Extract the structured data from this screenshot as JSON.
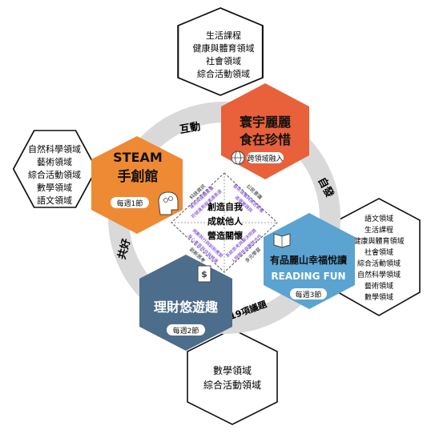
{
  "colors": {
    "red": "#e8613a",
    "orange": "#ee8a33",
    "blue": "#5ba3d1",
    "slate": "#4c6d8b",
    "ring": "#d9d9d9",
    "purple": "#6a2cc8",
    "black": "#111111"
  },
  "hex_red": {
    "title_line1": "寰宇麗麗",
    "title_line2": "食在珍惜",
    "badge": "跨領域融入",
    "icon": "globe-icon"
  },
  "hex_orange": {
    "title_line1": "STEAM",
    "title_line2": "手創館",
    "badge": "每週1節",
    "icon": "brain-head-icon"
  },
  "hex_blue": {
    "title_line1": "有品麗山幸福悅讀",
    "title_line2": "READING FUN",
    "badge": "每週3節",
    "icon": "open-book-icon"
  },
  "hex_slate": {
    "title": "理財悠遊趣",
    "badge": "每週2節",
    "icon": "money-icon"
  },
  "ring_labels": {
    "top_left": "互動",
    "right": "自發",
    "bottom": "19項議題",
    "left": "共好"
  },
  "outer_top": [
    "生活課程",
    "健康與體育領域",
    "社會領域",
    "綜合活動領域"
  ],
  "outer_left": [
    "自然科學領域",
    "藝術領域",
    "綜合活動領域",
    "數學領域",
    "語文領域"
  ],
  "outer_right": [
    "語文領域",
    "生活課程",
    "健康與體育領域",
    "社會領域",
    "綜合活動領域",
    "自然科學領域",
    "藝術領域",
    "數學領域"
  ],
  "outer_bottom": [
    "數學領域",
    "綜合活動領域"
  ],
  "center": {
    "line1": "創造自我",
    "line2": "成就他人",
    "line3": "營造關懷",
    "corner_tl_black": "科技資訊",
    "corner_tl_purple1": "運用與媒體素養",
    "corner_tl_purple2": "符號運用與溝通表達",
    "corner_tr_black": "公民意識",
    "corner_tr_purple1": "藝術涵養與美感素養",
    "corner_tr_purple2": "道德實踐與",
    "corner_bl_black": "創新思考",
    "corner_bl_purple1": "身心素質與自我精進",
    "corner_bl_purple2": "規劃執行與創新應變",
    "corner_br_black": "多元學習",
    "corner_br_purple1": "人際關係與團隊合作",
    "corner_br_purple2": "系統思考與解決問題"
  }
}
